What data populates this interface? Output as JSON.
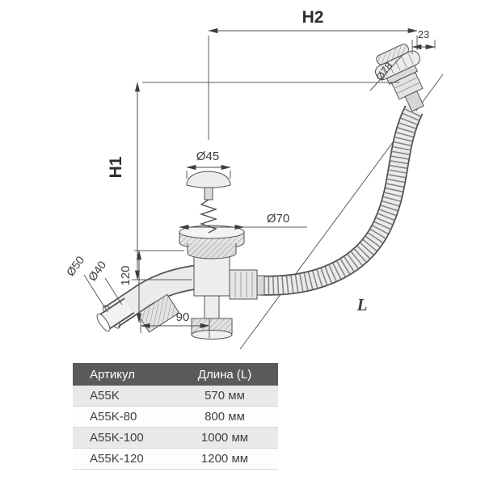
{
  "diagram": {
    "labels": {
      "h2": "H2",
      "h1": "H1",
      "dim23": "23",
      "d78": "Ø78",
      "d45": "Ø45",
      "d70": "Ø70",
      "d50": "Ø50",
      "d40": "Ø40",
      "dim120": "120",
      "dim90": "90",
      "length": "L"
    }
  },
  "table": {
    "headers": [
      "Артикул",
      "Длина (L)"
    ],
    "rows": [
      {
        "article": "A55K",
        "length": "570 мм"
      },
      {
        "article": "A55K-80",
        "length": "800 мм"
      },
      {
        "article": "A55K-100",
        "length": "1000 мм"
      },
      {
        "article": "A55K-120",
        "length": "1200 мм"
      }
    ]
  },
  "colors": {
    "line": "#515255",
    "dim_text": "#3d3e40",
    "table_header_bg": "#595a5c",
    "table_row_alt_bg": "#e8e9ea"
  }
}
